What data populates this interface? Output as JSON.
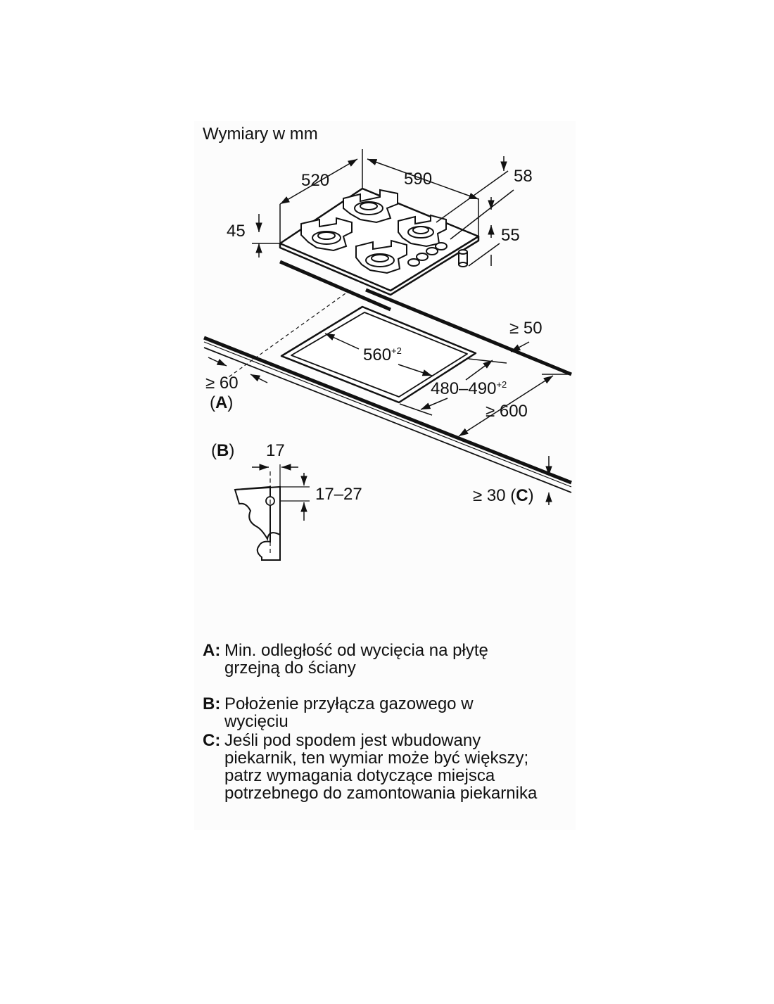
{
  "header": {
    "units_label": "Wymiary w mm"
  },
  "dimensions": {
    "depth": "520",
    "width": "590",
    "right_offset": "58",
    "left_height": "45",
    "right_height": "55",
    "rear_clearance": "≥ 50",
    "cutout_width": "560",
    "cutout_width_tol": "+2",
    "cutout_depth": "480–490",
    "cutout_depth_tol": "+2",
    "front_clearance": "≥ 60",
    "worktop_depth": "≥ 600",
    "worktop_thickness": "≥ 30",
    "gas_offset": "17",
    "gas_height": "17–27"
  },
  "callouts": {
    "a": "A",
    "b": "B",
    "c": "C"
  },
  "legend": [
    {
      "key": "A:",
      "text": "Min. odległość od wycięcia na płytę grzejną do ściany"
    },
    {
      "key": "B:",
      "text": "Położenie przyłącza gazowego w wycięciu"
    },
    {
      "key": "C:",
      "text": "Jeśli pod spodem jest wbudowany piekarnik, ten wymiar może być większy; patrz wymagania dotyczące miejsca potrzebnego do zamontowania piekarnika"
    }
  ]
}
